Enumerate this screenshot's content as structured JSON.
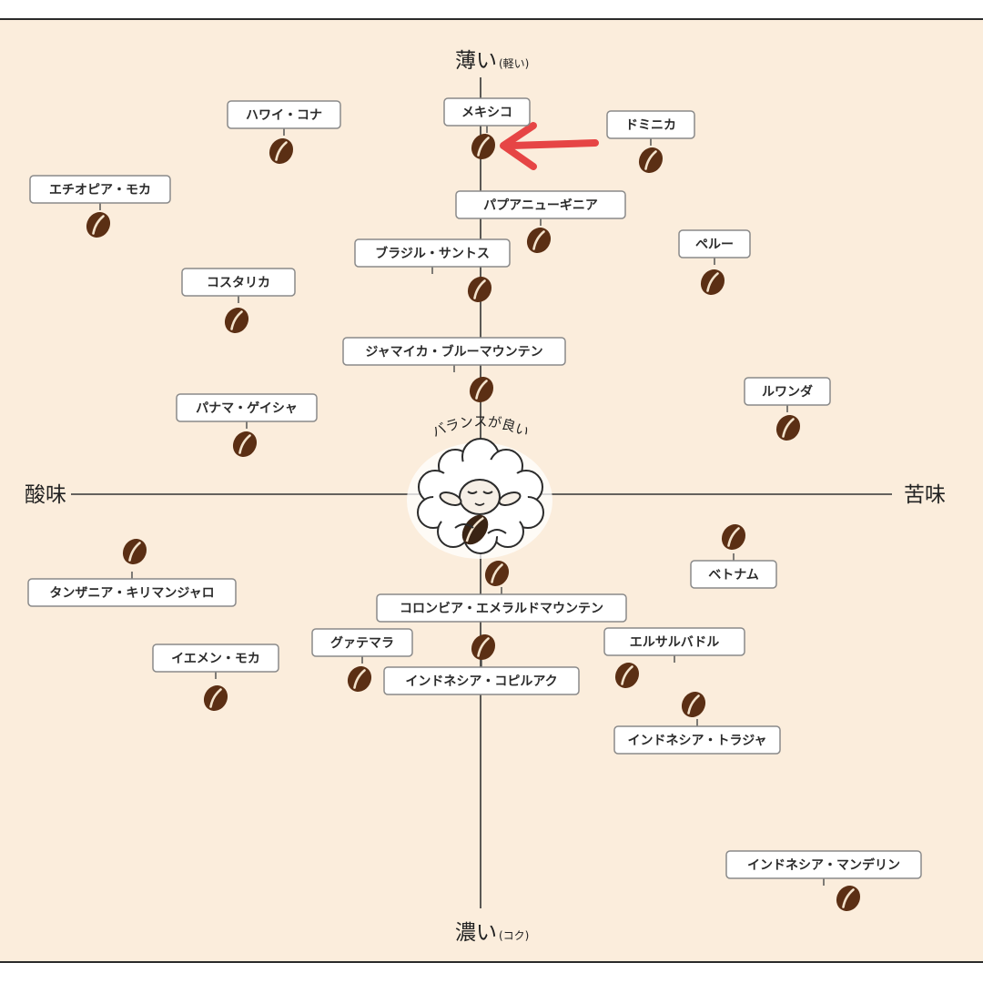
{
  "axes": {
    "top": {
      "main": "薄い",
      "sub": "(軽い)"
    },
    "bottom": {
      "main": "濃い",
      "sub": "(コク)"
    },
    "left": {
      "main": "酸味"
    },
    "right": {
      "main": "苦味"
    }
  },
  "center": {
    "text": "バランスが良い",
    "icon": "sheep-icon"
  },
  "highlight": {
    "target": "メキシコ",
    "icon": "red-arrow-icon",
    "color": "#e64545"
  },
  "colors": {
    "background": "#fbeddc",
    "bean": "#5b2f14",
    "arrow": "#e64545"
  },
  "coffees": [
    {
      "name": "ハワイ・コナ"
    },
    {
      "name": "メキシコ"
    },
    {
      "name": "ドミニカ"
    },
    {
      "name": "エチオピア・モカ"
    },
    {
      "name": "パプアニューギニア"
    },
    {
      "name": "ペルー"
    },
    {
      "name": "ブラジル・サントス"
    },
    {
      "name": "コスタリカ"
    },
    {
      "name": "ジャマイカ・ブルーマウンテン"
    },
    {
      "name": "ルワンダ"
    },
    {
      "name": "パナマ・ゲイシャ"
    },
    {
      "name": "タンザニア・キリマンジャロ"
    },
    {
      "name": "ベトナム"
    },
    {
      "name": "コロンビア・エメラルドマウンテン"
    },
    {
      "name": "グァテマラ"
    },
    {
      "name": "エルサルバドル"
    },
    {
      "name": "イエメン・モカ"
    },
    {
      "name": "インドネシア・コピルアク"
    },
    {
      "name": "インドネシア・トラジャ"
    },
    {
      "name": "インドネシア・マンデリン"
    }
  ]
}
